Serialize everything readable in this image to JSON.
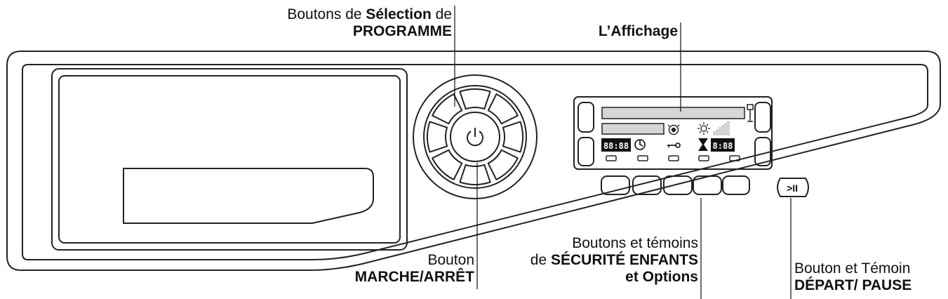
{
  "labels": {
    "program": {
      "line1_prefix": "Boutons de ",
      "line1_bold": "Sélection",
      "line1_suffix": " de",
      "line2": "PROGRAMME"
    },
    "display": {
      "text": "L’Affichage"
    },
    "power": {
      "line1": "Bouton",
      "line2": "MARCHE/ARRÊT"
    },
    "options": {
      "line1": "Boutons et témoins",
      "line2_prefix": "de ",
      "line2_bold": "SÉCURITÉ ENFANTS",
      "line3": "et Options"
    },
    "start": {
      "line1": "Bouton et Témoin",
      "line2": "DÉPART/ PAUSE"
    }
  },
  "display_screen": {
    "left_digits": "88:88",
    "right_digits": "8:88"
  },
  "icons": [
    "power-icon",
    "stain-icon",
    "sun-icon",
    "signal-bars-icon",
    "cycle-icon",
    "key-icon",
    "hourglass-icon",
    "start-pause-icon"
  ],
  "start_button_glyph": ">II"
}
